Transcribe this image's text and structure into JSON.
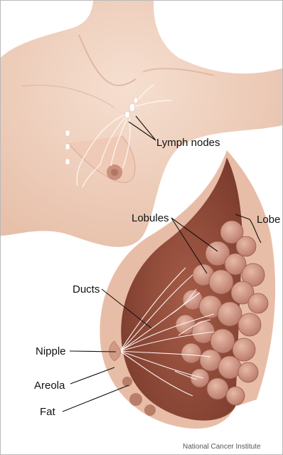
{
  "labels": {
    "lymph_nodes": "Lymph nodes",
    "lobules": "Lobules",
    "lobe": "Lobe",
    "ducts": "Ducts",
    "nipple": "Nipple",
    "areola": "Areola",
    "fat": "Fat"
  },
  "credit": "National Cancer Institute",
  "colors": {
    "skin": "#f2d4c2",
    "skin_shadow": "#e3b7a0",
    "tissue_dark": "#8a4a38",
    "tissue_mid": "#a8604c",
    "lobule": "#c98f7a",
    "lobule_light": "#dcaa96",
    "duct": "#f6eee8",
    "node": "#ffffff",
    "label_line": "#111111"
  }
}
